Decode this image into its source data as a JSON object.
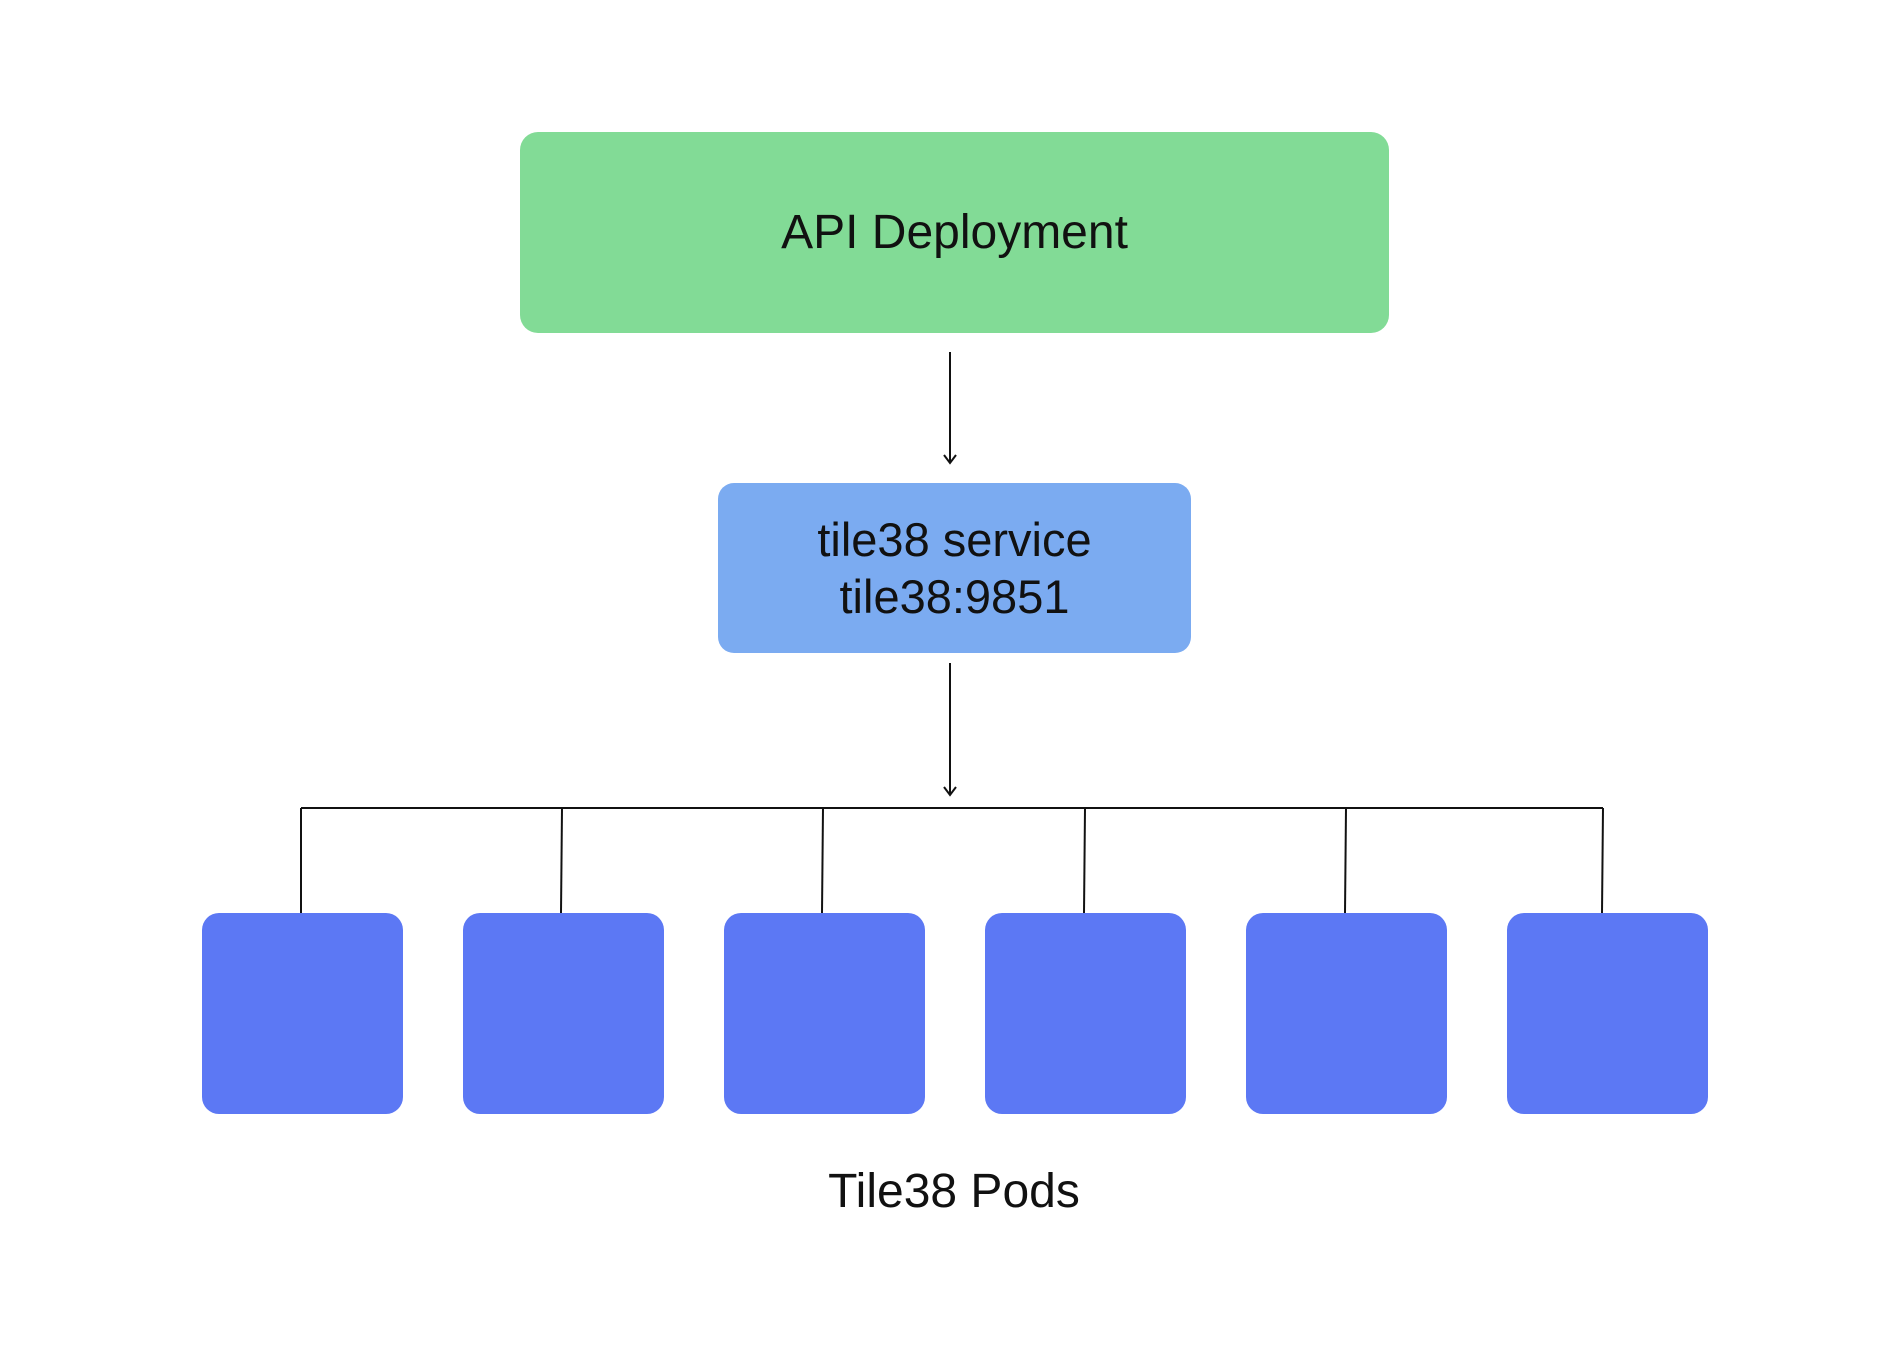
{
  "nodes": {
    "api_deployment": {
      "label": "API Deployment",
      "color": "#82DB96"
    },
    "tile38_service": {
      "label_line1": "tile38 service",
      "label_line2": "tile38:9851",
      "color": "#7BABF1"
    },
    "pods": {
      "label": "Tile38 Pods",
      "color": "#5C78F4",
      "count": 6
    }
  }
}
